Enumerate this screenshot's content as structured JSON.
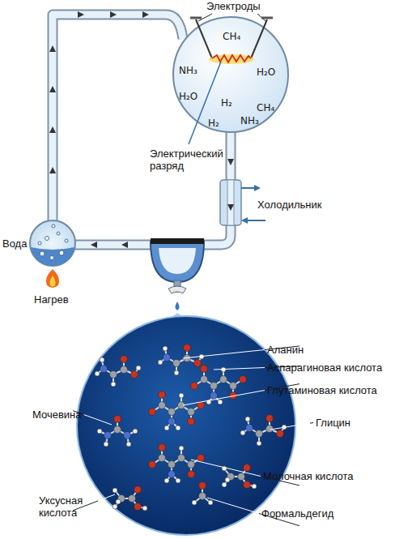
{
  "diagram": {
    "nodes": [
      {
        "text": [
          "CH₄",
          "NH₃",
          "H₂O",
          "H₂O",
          "H₂",
          "CH₄",
          "H₂",
          "NH₃"
        ]
      }
    ],
    "labels": [
      "Электроды",
      "Электрический разряд",
      "Холодильник",
      "Вода",
      "Нагрев",
      "Аланин",
      "Аспарагиновая кислота",
      "Глутаминовая кислота",
      "Глицин",
      "Мочевина",
      "Молочная кислота",
      "Уксусная кислота",
      "Формальдегид"
    ]
  }
}
